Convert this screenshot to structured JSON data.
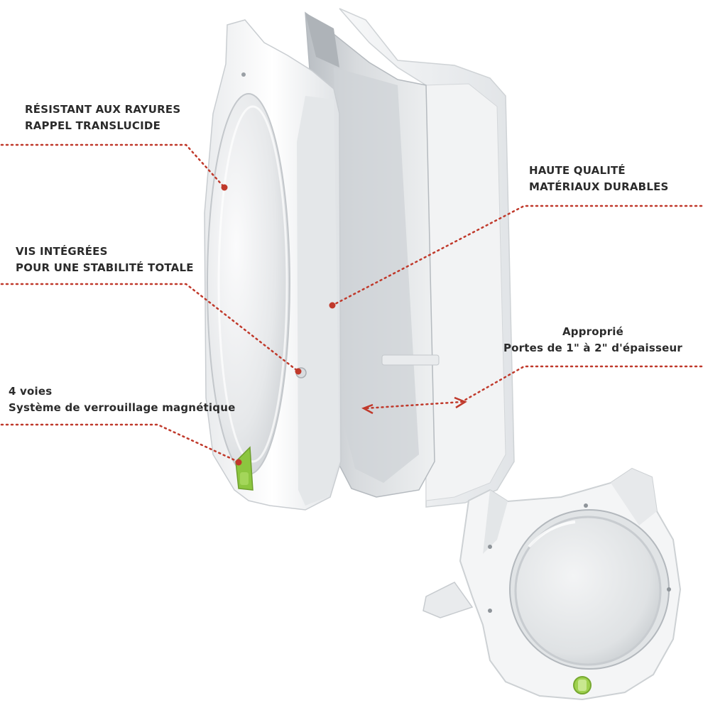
{
  "callouts": [
    {
      "id": "scratch",
      "lines": [
        "RÉSISTANT AUX RAYURES",
        "RAPPEL TRANSLUCIDE"
      ]
    },
    {
      "id": "quality",
      "lines": [
        "HAUTE QUALITÉ",
        "MATÉRIAUX DURABLES"
      ]
    },
    {
      "id": "screws",
      "lines": [
        "VIS INTÉGRÉES",
        "POUR UNE STABILITÉ TOTALE"
      ]
    },
    {
      "id": "thickness",
      "lines": [
        "Approprié",
        "Portes de 1\" à 2\" d'épaisseur"
      ]
    },
    {
      "id": "lock",
      "lines": [
        "4 voies",
        "Système de verrouillage magnétique"
      ]
    }
  ],
  "colors": {
    "label_text": "#2b2b2b",
    "dotted_line": "#c0392b",
    "plastic_white": "#f4f5f6",
    "plastic_shade": "#d6d9dc",
    "flap_gray": "#c9cdd1",
    "lock_green": "#8cc63f"
  },
  "icons": [
    "cat-flap-exploded-illustration",
    "cat-flap-assembled-illustration",
    "lock-toggle-icon"
  ]
}
